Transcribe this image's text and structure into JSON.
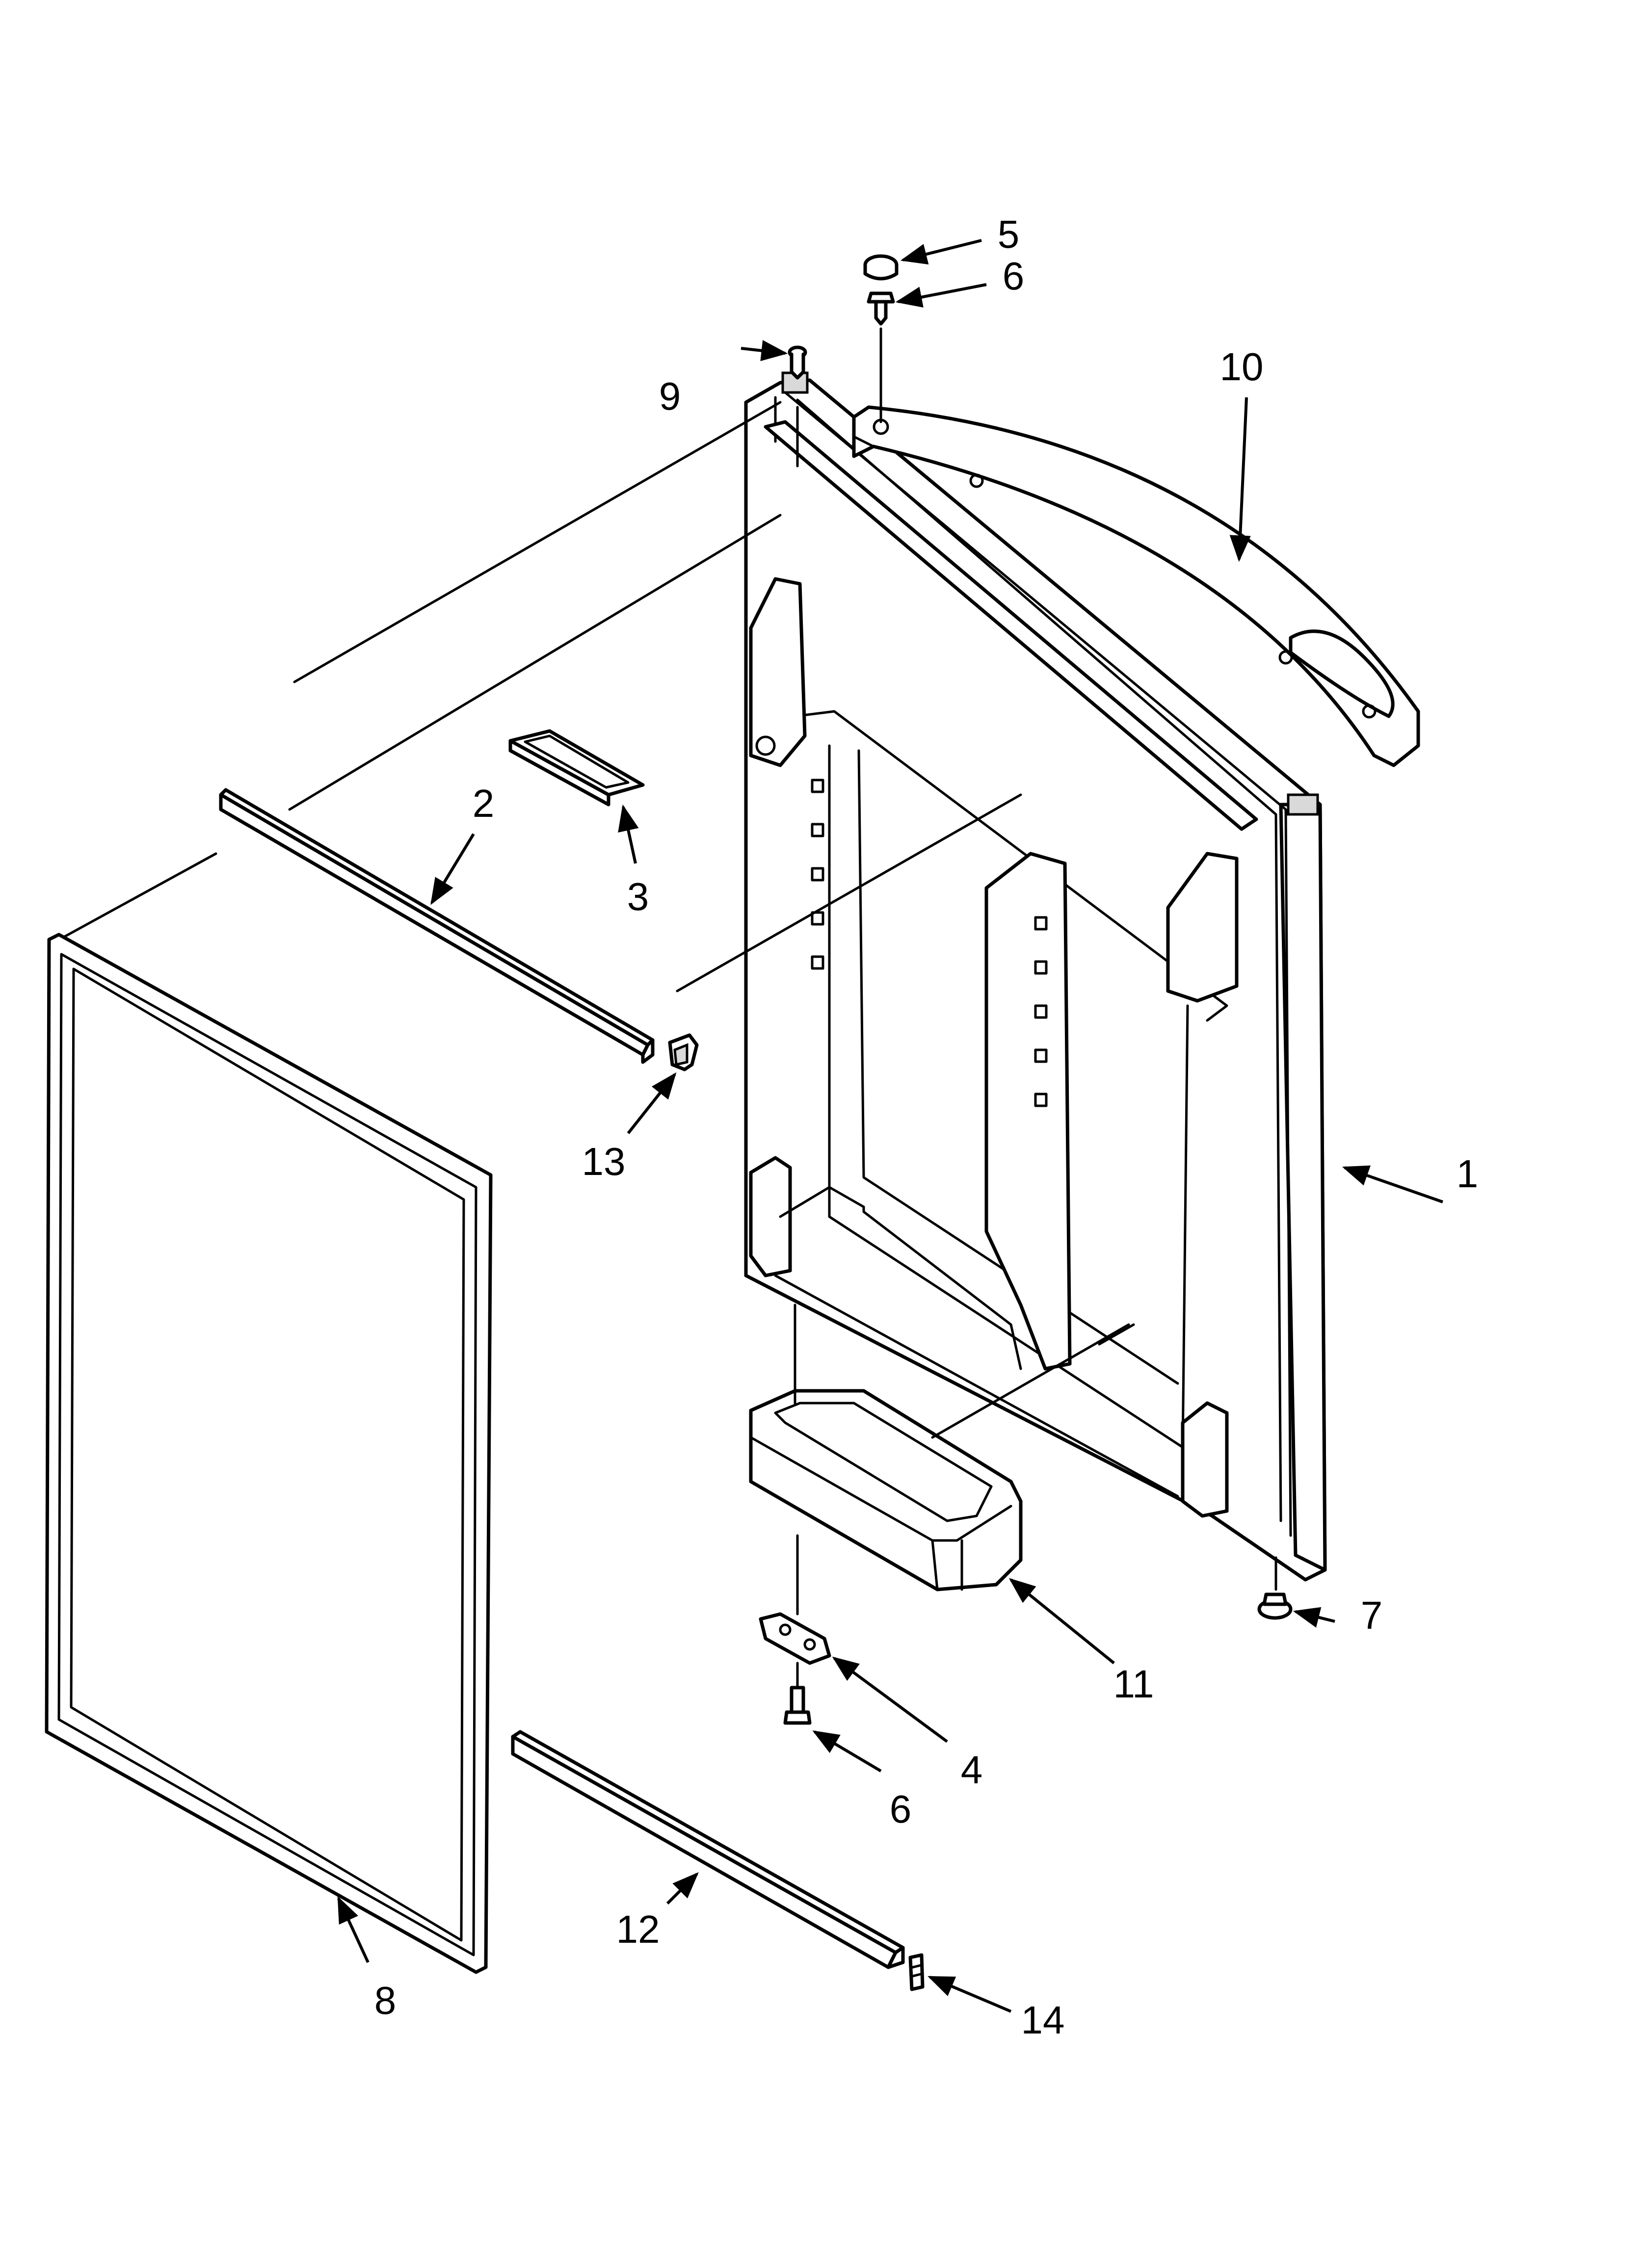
{
  "callouts": {
    "door_liner": "1",
    "spacer_top": "2",
    "cap": "3",
    "hinge_bottom": "4",
    "hinge_cap": "5",
    "screw_top": "6",
    "door_stop": "7",
    "gasket": "8",
    "hinge_pin": "9",
    "handle_top": "10",
    "shelf_bin": "11",
    "spacer_bottom": "12",
    "clip_top": "13",
    "clip_bottom": "14",
    "screw_bottom": "6"
  },
  "colors": {
    "line": "#000000",
    "background": "#ffffff"
  }
}
